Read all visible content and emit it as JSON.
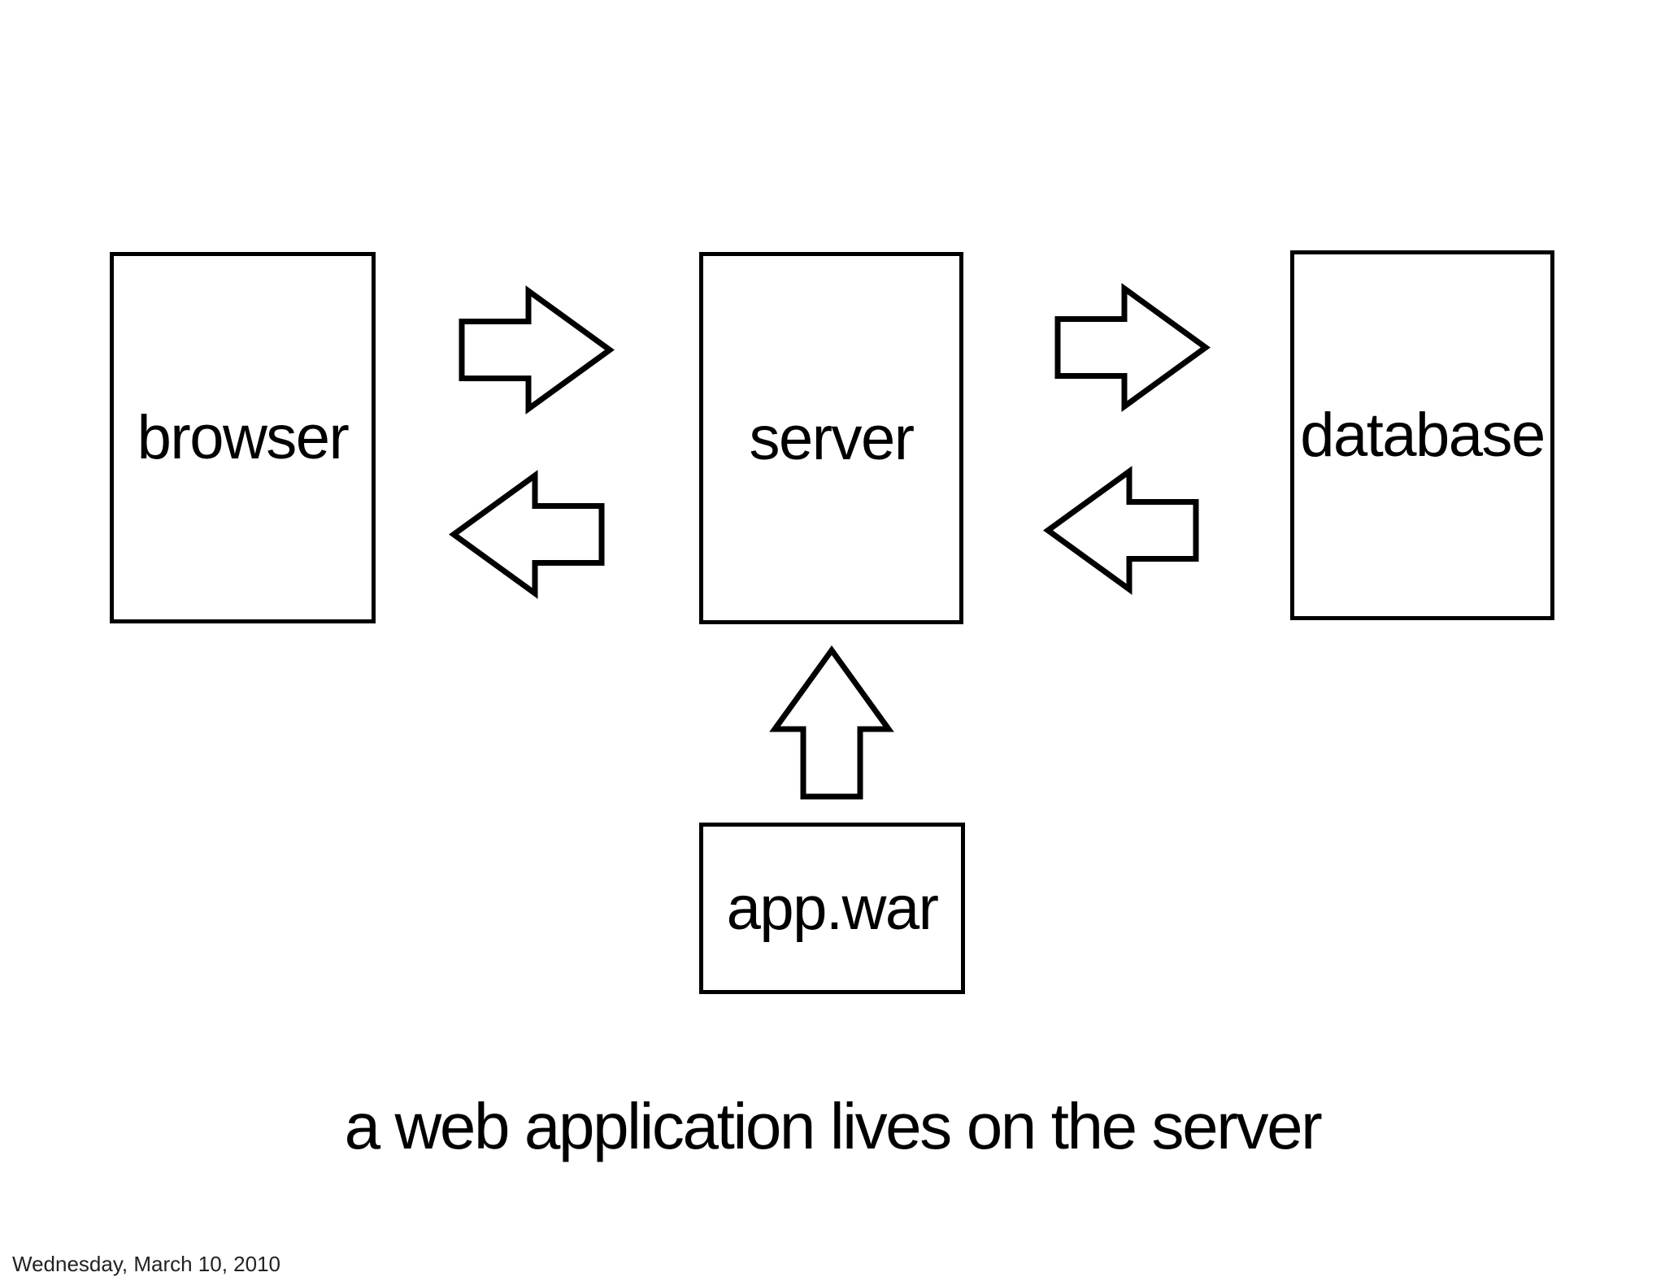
{
  "diagram": {
    "nodes": [
      {
        "id": "browser",
        "label": "browser"
      },
      {
        "id": "server",
        "label": "server"
      },
      {
        "id": "database",
        "label": "database"
      },
      {
        "id": "app_war",
        "label": "app.war"
      }
    ],
    "arrows": [
      {
        "name": "browser-to-server",
        "direction": "right"
      },
      {
        "name": "server-to-browser",
        "direction": "left"
      },
      {
        "name": "server-to-database",
        "direction": "right"
      },
      {
        "name": "database-to-server",
        "direction": "left"
      },
      {
        "name": "appwar-to-server",
        "direction": "up"
      }
    ],
    "caption": "a web application lives on the server"
  },
  "footer": {
    "date": "Wednesday, March 10, 2010"
  },
  "colors": {
    "background": "#ffffff",
    "stroke": "#000000",
    "text": "#000000"
  }
}
